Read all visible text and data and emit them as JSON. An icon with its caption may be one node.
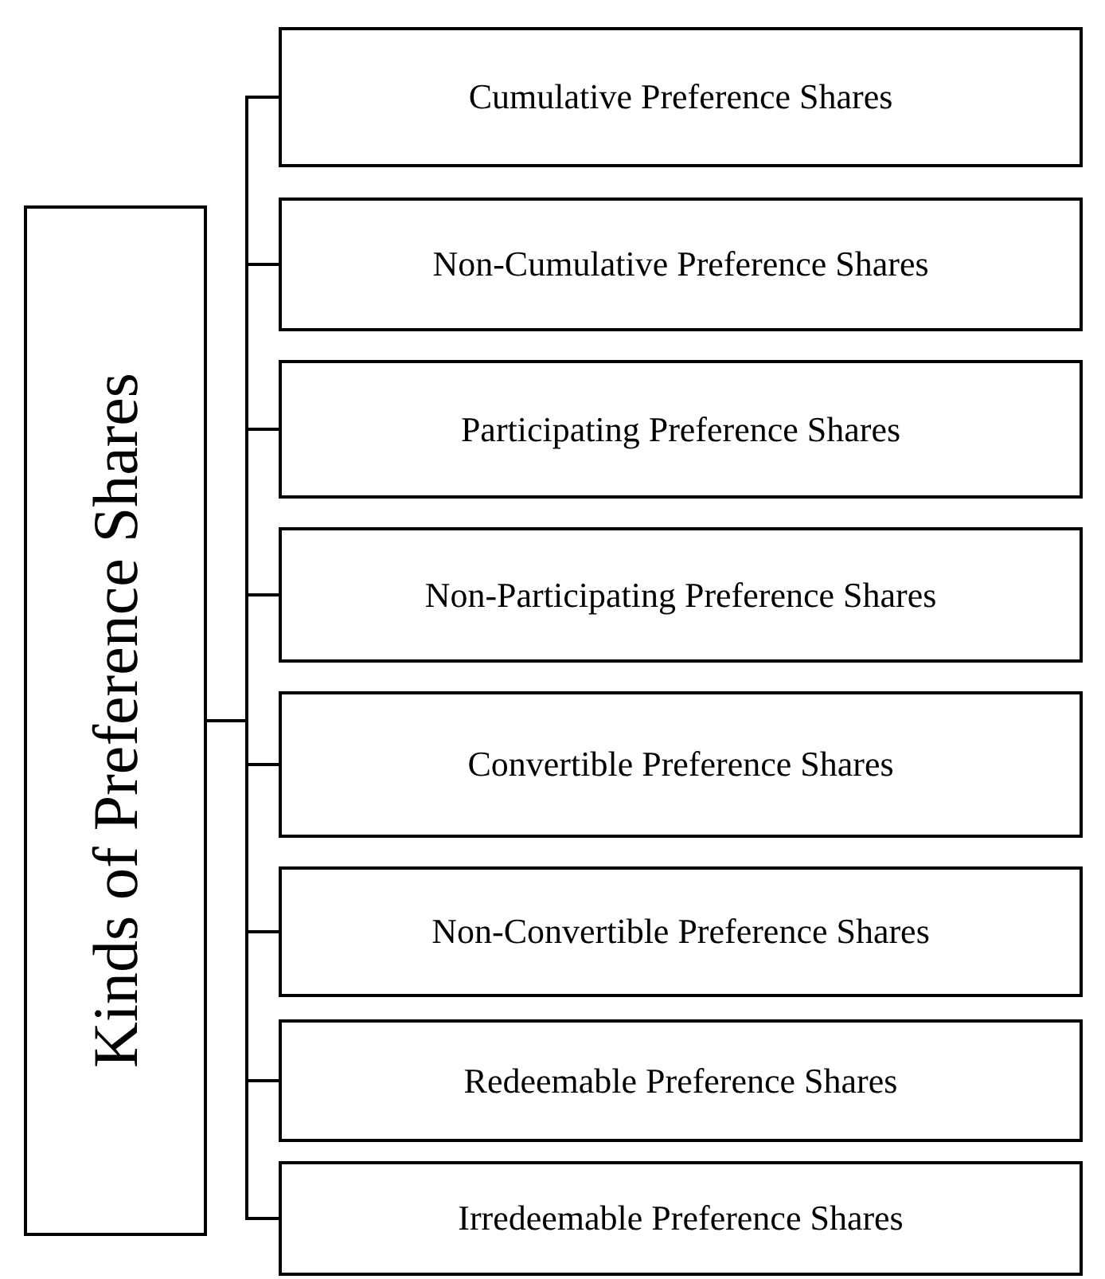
{
  "diagram": {
    "nodes": [
      {
        "text": [
          "Kinds of Preference Shares"
        ]
      },
      {
        "text": [
          "Cumulative Preference Shares"
        ]
      },
      {
        "text": [
          "Non-Cumulative Preference Shares"
        ]
      },
      {
        "text": [
          "Participating Preference Shares"
        ]
      },
      {
        "text": [
          "Non-Participating Preference Shares"
        ]
      },
      {
        "text": [
          "Convertible Preference Shares"
        ]
      },
      {
        "text": [
          "Non-Convertible Preference Shares"
        ]
      },
      {
        "text": [
          "Redeemable Preference Shares"
        ]
      },
      {
        "text": [
          "Irredeemable Preference Shares"
        ]
      }
    ],
    "edges": [
      {
        "from": 0,
        "to": 1,
        "arrow": "none"
      },
      {
        "from": 0,
        "to": 2,
        "arrow": "none"
      },
      {
        "from": 0,
        "to": 3,
        "arrow": "none"
      },
      {
        "from": 0,
        "to": 4,
        "arrow": "none"
      },
      {
        "from": 0,
        "to": 5,
        "arrow": "none"
      },
      {
        "from": 0,
        "to": 6,
        "arrow": "none"
      },
      {
        "from": 0,
        "to": 7,
        "arrow": "none"
      },
      {
        "from": 0,
        "to": 8,
        "arrow": "none"
      }
    ]
  }
}
